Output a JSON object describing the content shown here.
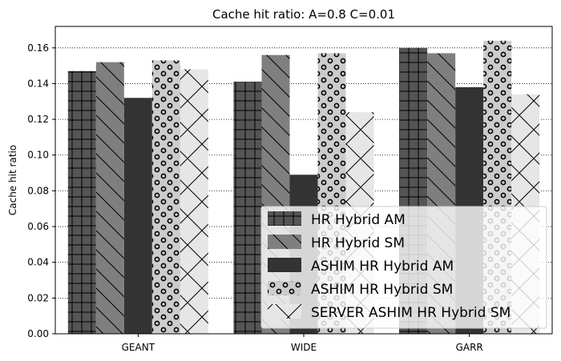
{
  "chart_data": {
    "type": "bar",
    "title": "Cache hit ratio: A=0.8 C=0.01",
    "xlabel": "",
    "ylabel": "Cache hit ratio",
    "categories": [
      "GEANT",
      "WIDE",
      "GARR"
    ],
    "ylim": [
      0,
      0.172
    ],
    "yticks": [
      "0.00",
      "0.02",
      "0.04",
      "0.06",
      "0.08",
      "0.10",
      "0.12",
      "0.14",
      "0.16"
    ],
    "grid": "horizontal-dotted",
    "legend_position": "lower-right",
    "series": [
      {
        "name": "HR Hybrid AM",
        "values": [
          0.147,
          0.141,
          0.16
        ],
        "color": "#555555",
        "pattern": "grid"
      },
      {
        "name": "HR Hybrid SM",
        "values": [
          0.152,
          0.156,
          0.157
        ],
        "color": "#7f7f7f",
        "pattern": "backslash"
      },
      {
        "name": "ASHIM HR Hybrid AM",
        "values": [
          0.132,
          0.089,
          0.138
        ],
        "color": "#333333",
        "pattern": "none"
      },
      {
        "name": "ASHIM HR Hybrid SM",
        "values": [
          0.153,
          0.157,
          0.164
        ],
        "color": "#cccccc",
        "pattern": "rings"
      },
      {
        "name": "SERVER ASHIM HR Hybrid SM",
        "values": [
          0.148,
          0.124,
          0.134
        ],
        "color": "#e6e6e6",
        "pattern": "cross"
      }
    ]
  }
}
